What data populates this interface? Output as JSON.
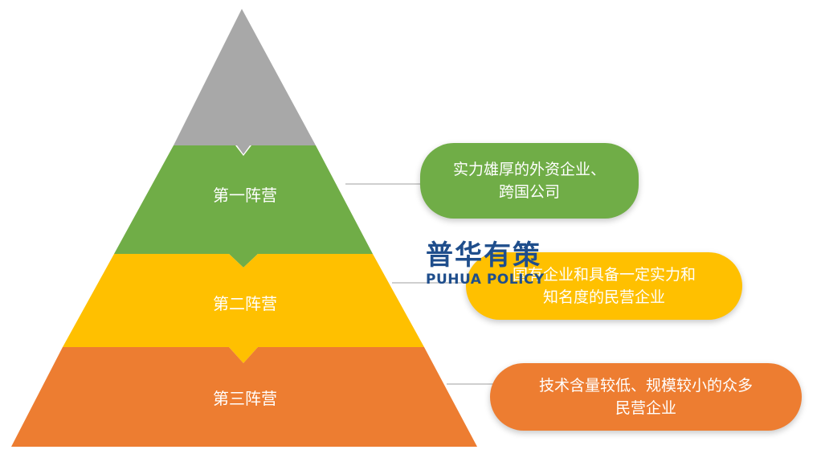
{
  "pyramid": {
    "tiers": [
      {
        "label": "",
        "color": "#a8a8a8"
      },
      {
        "label": "第一阵营",
        "color": "#70ad47"
      },
      {
        "label": "第二阵营",
        "color": "#ffc000"
      },
      {
        "label": "第三阵营",
        "color": "#ed7d31"
      }
    ]
  },
  "callouts": [
    {
      "lines": [
        "实力雄厚的外资企业、",
        "跨国公司"
      ],
      "color": "#70ad47"
    },
    {
      "lines": [
        "国有企业和具备一定实力和",
        "知名度的民营企业"
      ],
      "color": "#ffc000"
    },
    {
      "lines": [
        "技术含量较低、规模较小的众多",
        "民营企业"
      ],
      "color": "#ed7d31"
    }
  ],
  "watermark": {
    "cn": "普华有策",
    "en": "PUHUA POLICY"
  },
  "colors": {
    "connector": "#bfbfbf"
  }
}
